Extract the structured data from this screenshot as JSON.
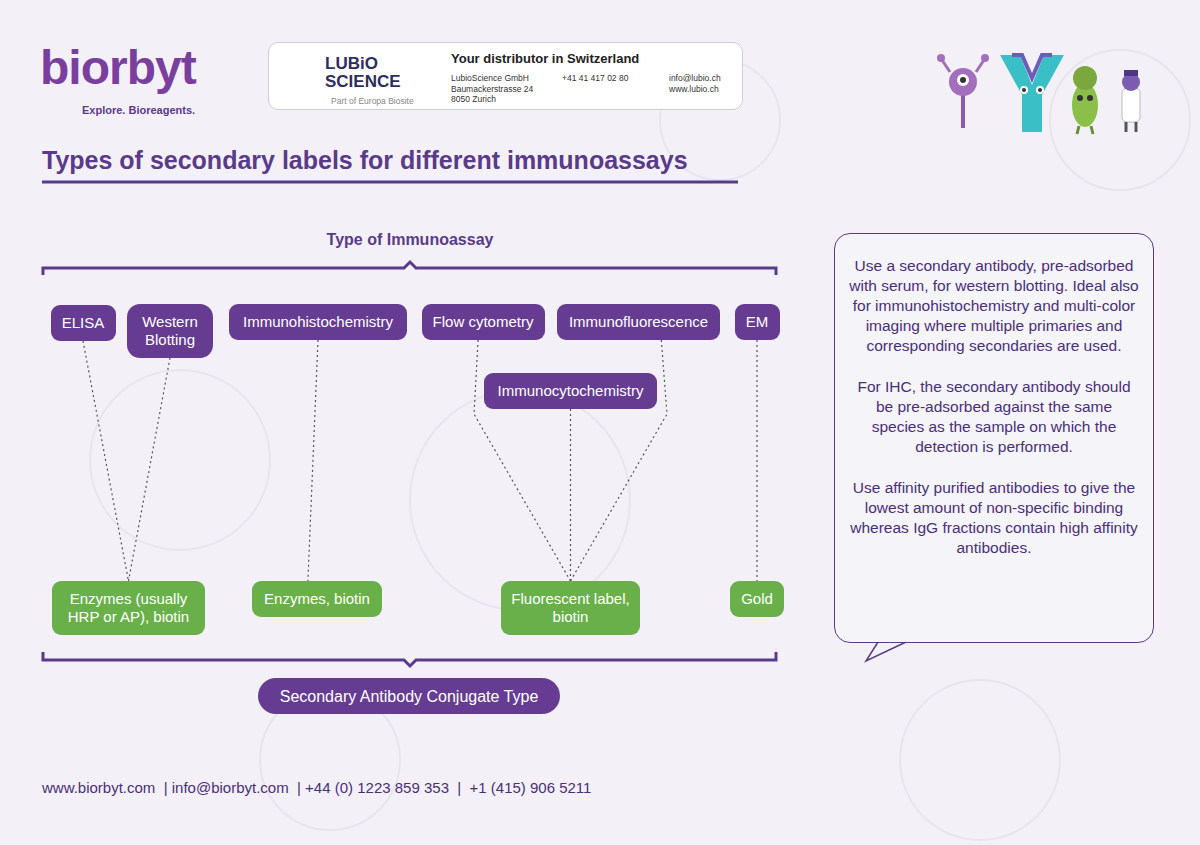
{
  "diagram": {
    "title": "Types of secondary labels for different immunoassays",
    "nodes": [
      {
        "text": [
          "LUBiO SCIENCE",
          "Part of Europa Biosite",
          "Your distributor in Switzerland",
          "LubioScience GmbH Baumackerstrasse 24 8050 Zurich",
          "+41 41 417 02 80",
          "info@lubio.ch www.lubio.ch"
        ]
      },
      {
        "text": [
          "ELISA"
        ]
      },
      {
        "text": [
          "Western Blotting"
        ]
      },
      {
        "text": [
          "Immunohistochemistry"
        ]
      },
      {
        "text": [
          "Flow cytometry"
        ]
      },
      {
        "text": [
          "Immunofluorescence"
        ]
      },
      {
        "text": [
          "EM"
        ]
      },
      {
        "text": [
          "Immunocytochemistry"
        ]
      },
      {
        "text": [
          "Use a secondary antibody, pre-adsorbed with serum, for western blotting. Ideal also for immunohistochemistry and multi-color imaging where multiple primaries and corresponding secondaries are used.",
          "For IHC, the secondary antibody should be pre-adsorbed against the same species as the sample on which the detection is performed.",
          "Use affinity purified antibodies to give the lowest amount of non-specific binding whereas IgG fractions contain high affinity antibodies."
        ]
      },
      {
        "text": [
          "Enzymes (usually HRP or AP), biotin"
        ]
      },
      {
        "text": [
          "Enzymes, biotin"
        ]
      },
      {
        "text": [
          "Fluorescent label, biotin"
        ]
      },
      {
        "text": [
          "Gold"
        ]
      },
      {
        "text": [
          "Secondary Antibody Conjugate Type"
        ]
      }
    ],
    "edges": [
      {
        "from": 1,
        "to": 9,
        "arrow": "none"
      },
      {
        "from": 2,
        "to": 9,
        "arrow": "none"
      },
      {
        "from": 3,
        "to": 10,
        "arrow": "none"
      },
      {
        "from": 4,
        "to": 11,
        "arrow": "none"
      },
      {
        "from": 5,
        "to": 11,
        "arrow": "none"
      },
      {
        "from": 7,
        "to": 11,
        "arrow": "none"
      },
      {
        "from": 6,
        "to": 12,
        "arrow": "none"
      }
    ],
    "labels": [
      "biorbyt",
      "Explore. Bioreagents.",
      "Type of Immunoassay",
      "www.biorbyt.com  | info@biorbyt.com  | +44 (0) 1223 859 353  |  +1 (415) 906 5211"
    ]
  }
}
